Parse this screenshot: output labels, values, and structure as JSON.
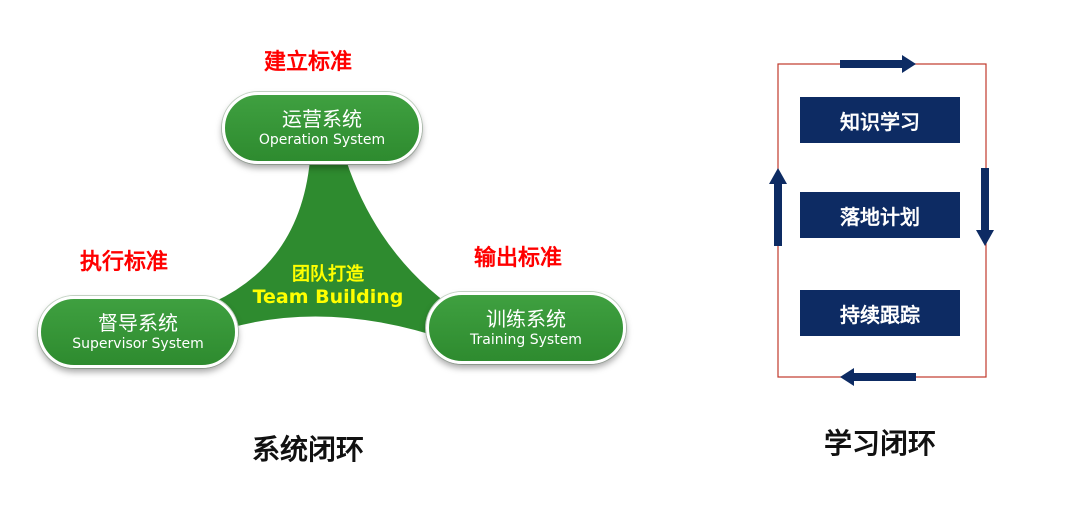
{
  "system_loop": {
    "caption": "系统闭环",
    "center": {
      "cn": "团队打造",
      "en": "Team Building"
    },
    "nodes": {
      "operation": {
        "cn": "运营系统",
        "en": "Operation System",
        "standard": "建立标准"
      },
      "supervisor": {
        "cn": "督导系统",
        "en": "Supervisor System",
        "standard": "执行标准"
      },
      "training": {
        "cn": "训练系统",
        "en": "Training System",
        "standard": "输出标准"
      }
    }
  },
  "learning_loop": {
    "caption": "学习闭环",
    "steps": [
      "知识学习",
      "落地计划",
      "持续跟踪"
    ]
  },
  "colors": {
    "node_green": "#2e8b2f",
    "center_text": "#ffff00",
    "standard_red": "#ff0000",
    "box_navy": "#0d2b63",
    "frame_red": "#c0392b"
  }
}
